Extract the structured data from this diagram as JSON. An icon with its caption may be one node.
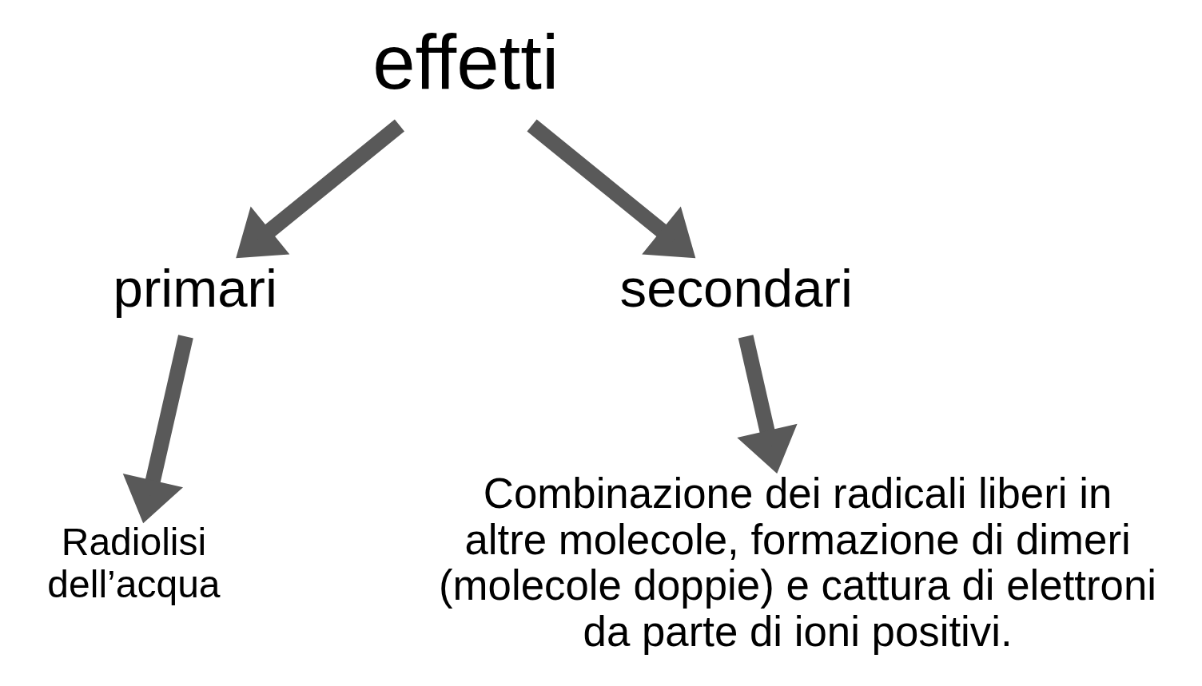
{
  "diagram": {
    "nodes": [
      {
        "text": [
          "effetti"
        ]
      },
      {
        "text": [
          "primari"
        ]
      },
      {
        "text": [
          "secondari"
        ]
      },
      {
        "text": [
          "Radiolisi dell’acqua"
        ]
      },
      {
        "text": [
          "Combinazione dei radicali liberi in altre molecole, formazione di dimeri (molecole doppie) e cattura di elettroni da parte di ioni positivi."
        ]
      }
    ],
    "edges": [
      {
        "from": 0,
        "to": 1,
        "arrow": "to"
      },
      {
        "from": 0,
        "to": 2,
        "arrow": "to"
      },
      {
        "from": 1,
        "to": 3,
        "arrow": "to"
      },
      {
        "from": 2,
        "to": 4,
        "arrow": "to"
      }
    ]
  }
}
